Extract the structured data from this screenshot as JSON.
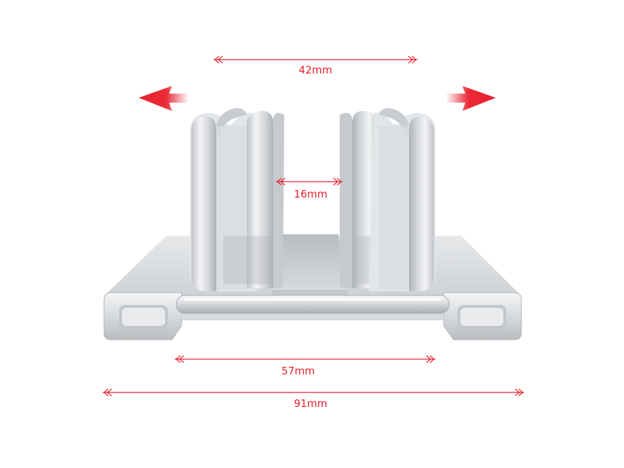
{
  "dimensions": {
    "top_width": "42mm",
    "slot_gap": "16mm",
    "inner_base": "57mm",
    "total_base": "91mm"
  },
  "colors": {
    "accent_red": "#e8202c",
    "aluminum_light": "#eef0f2",
    "aluminum_mid": "#c9ccd0",
    "aluminum_dark": "#9fa3a8",
    "background": "#ffffff"
  },
  "icons": {
    "left_arrow": "arrow-left-icon",
    "right_arrow": "arrow-right-icon"
  }
}
